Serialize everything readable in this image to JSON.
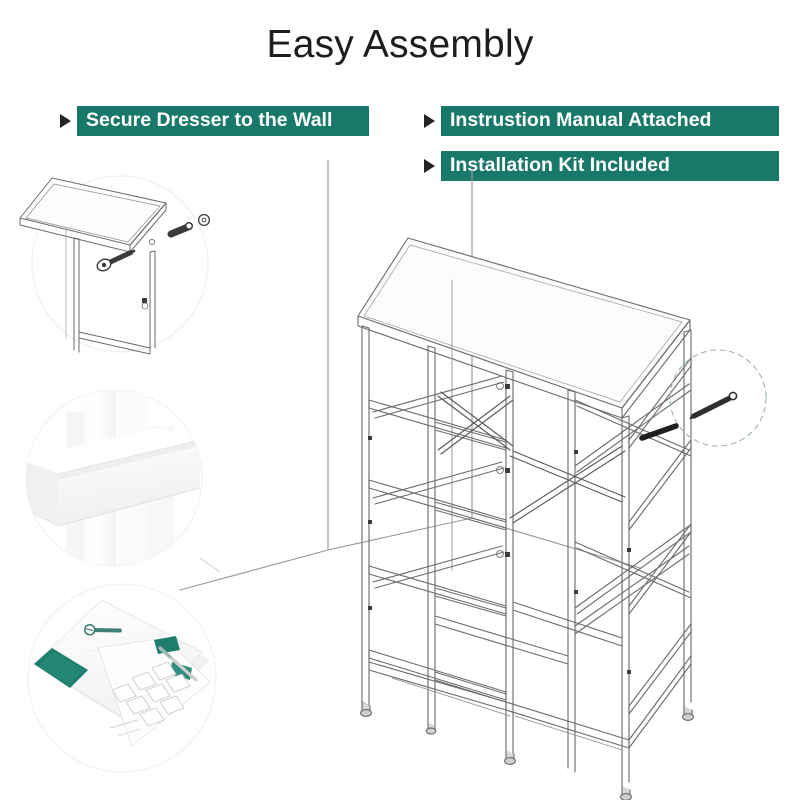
{
  "page": {
    "title": "Easy Assembly",
    "background_color": "#ffffff",
    "accent_color": "#18786a",
    "title_color": "#1d1d1d",
    "line_art_color": "#5a5a5a"
  },
  "features": [
    {
      "id": "secure-to-wall",
      "label": "Secure Dresser to the Wall",
      "bullet": "triangle-right-icon",
      "banner_color": "#18786a",
      "text_color": "#ffffff"
    },
    {
      "id": "manual-attached",
      "label": "Instrustion Manual Attached",
      "bullet": "triangle-right-icon",
      "banner_color": "#18786a",
      "text_color": "#ffffff"
    },
    {
      "id": "kit-included",
      "label": "Installation Kit Included",
      "bullet": "triangle-right-icon",
      "banner_color": "#18786a",
      "text_color": "#ffffff"
    }
  ],
  "thumbnails": [
    {
      "id": "wall-mount-detail",
      "name": "wall-anchor-screw-diagram",
      "description": "Line drawing of dresser top corner with wall anchor screw and washer"
    },
    {
      "id": "bracket-photo",
      "name": "metal-l-bracket-photo",
      "description": "Close-up photo of white metal L-shaped installation bracket"
    },
    {
      "id": "manual-photo",
      "name": "instruction-manual-photo",
      "description": "Photo of instruction manual booklet with teal accents"
    }
  ],
  "main_illustration": {
    "name": "dresser-frame-exploded-view",
    "description": "Isometric line drawing of assembled metal dresser frame positioned in a room corner",
    "callout": {
      "name": "wall-anchor-callout",
      "shape": "dashed-circle",
      "description": "Dashed circle highlighting the wall anchor screw at the rear top corner"
    },
    "scene": {
      "wall_corner": true,
      "leveling_feet": 4,
      "shelf_levels": 4,
      "cross_braces": 2
    }
  }
}
